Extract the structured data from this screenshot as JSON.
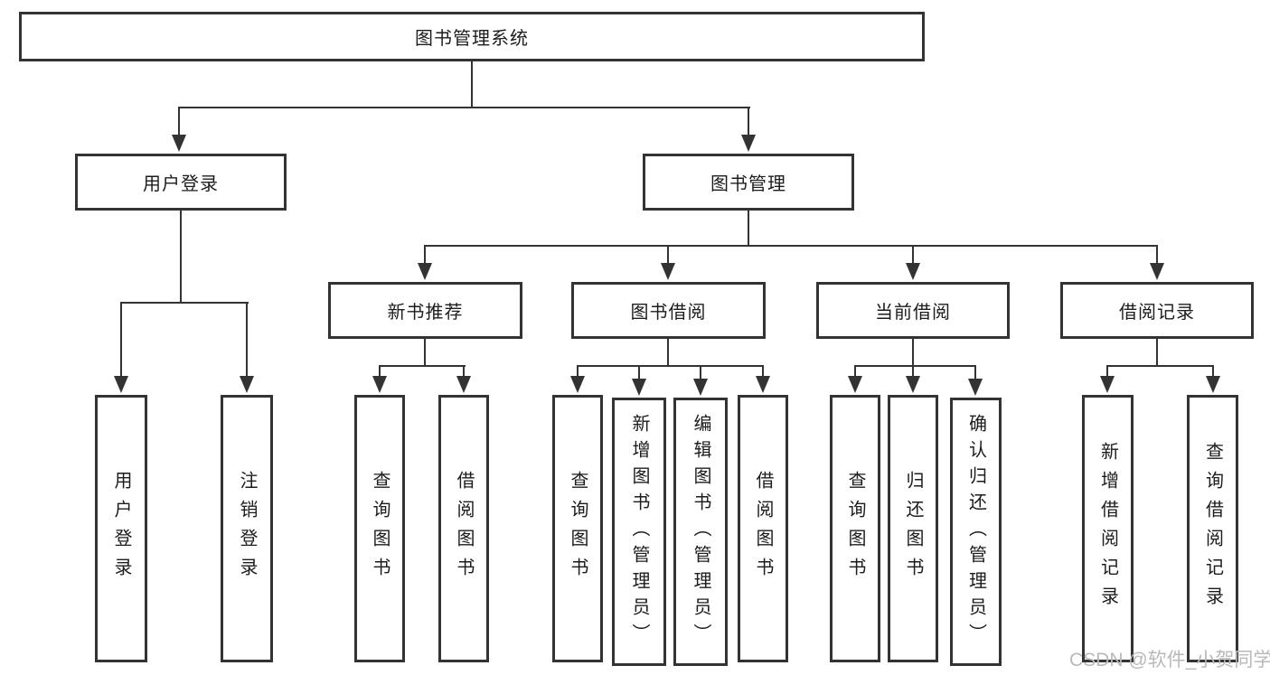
{
  "diagram_title": "图书管理系统",
  "tree": {
    "label": "图书管理系统",
    "children": [
      {
        "label": "用户登录",
        "children": [
          {
            "label": "用户登录"
          },
          {
            "label": "注销登录"
          }
        ]
      },
      {
        "label": "图书管理",
        "children": [
          {
            "label": "新书推荐",
            "children": [
              {
                "label": "查询图书"
              },
              {
                "label": "借阅图书"
              }
            ]
          },
          {
            "label": "图书借阅",
            "children": [
              {
                "label": "查询图书"
              },
              {
                "label": "新增图书（管理员）"
              },
              {
                "label": "编辑图书（管理员）"
              },
              {
                "label": "借阅图书"
              }
            ]
          },
          {
            "label": "当前借阅",
            "children": [
              {
                "label": "查询图书"
              },
              {
                "label": "归还图书"
              },
              {
                "label": "确认归还（管理员）"
              }
            ]
          },
          {
            "label": "借阅记录",
            "children": [
              {
                "label": "新增借阅记录"
              },
              {
                "label": "查询借阅记录"
              }
            ]
          }
        ]
      }
    ]
  },
  "watermark": {
    "text": "CSDN @软件_小贺同学"
  },
  "icons": {
    "arrow_down": "solid triangle pointing down"
  },
  "colors": {
    "line": "#333333",
    "text": "#1c1c1c",
    "background": "#ffffff",
    "watermark": "#b9b9b9"
  }
}
